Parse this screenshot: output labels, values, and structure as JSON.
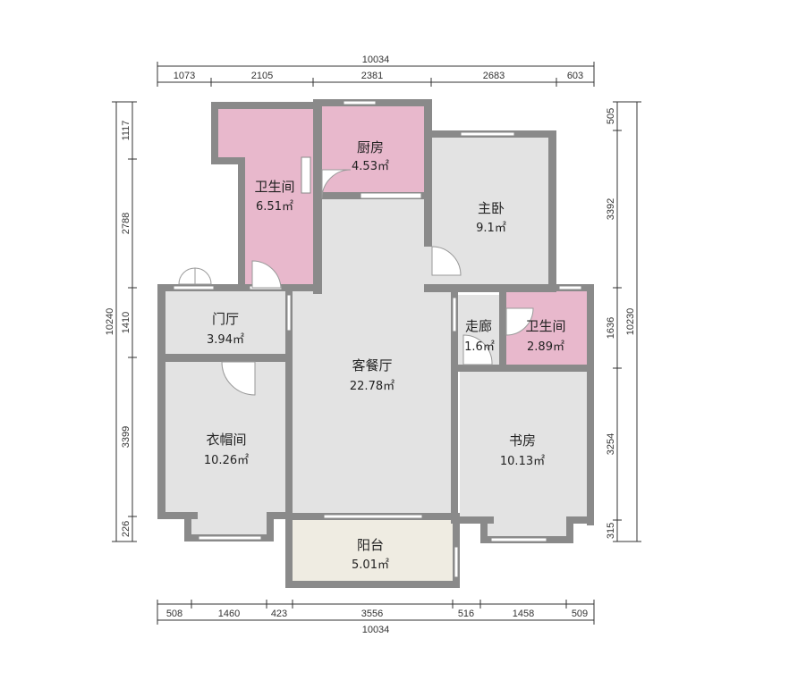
{
  "dimensions": {
    "top_total": "10034",
    "top_segments": [
      "1073",
      "2105",
      "2381",
      "2683",
      "603"
    ],
    "bottom_segments": [
      "508",
      "1460",
      "423",
      "3556",
      "516",
      "1458",
      "509"
    ],
    "bottom_total": "10034",
    "left_total": "10240",
    "left_segments": [
      "1117",
      "2788",
      "1410",
      "3399",
      "226"
    ],
    "right_total": "10230",
    "right_segments": [
      "505",
      "3392",
      "1636",
      "3254",
      "315"
    ]
  },
  "rooms": {
    "bath_left": {
      "name": "卫生间",
      "area": "6.51㎡"
    },
    "kitchen": {
      "name": "厨房",
      "area": "4.53㎡"
    },
    "master": {
      "name": "主卧",
      "area": "9.1㎡"
    },
    "foyer": {
      "name": "门厅",
      "area": "3.94㎡"
    },
    "living": {
      "name": "客餐厅",
      "area": "22.78㎡"
    },
    "corridor": {
      "name": "走廊",
      "area": "1.6㎡"
    },
    "bath_right": {
      "name": "卫生间",
      "area": "2.89㎡"
    },
    "cloak": {
      "name": "衣帽间",
      "area": "10.26㎡"
    },
    "study": {
      "name": "书房",
      "area": "10.13㎡"
    },
    "balcony": {
      "name": "阳台",
      "area": "5.01㎡"
    }
  },
  "colors": {
    "wall": "#8a8a8a",
    "floor": "#e3e3e3",
    "wet_room": "#e8b8cc",
    "balcony": "#efece2",
    "door_swing": "#ffffff"
  }
}
